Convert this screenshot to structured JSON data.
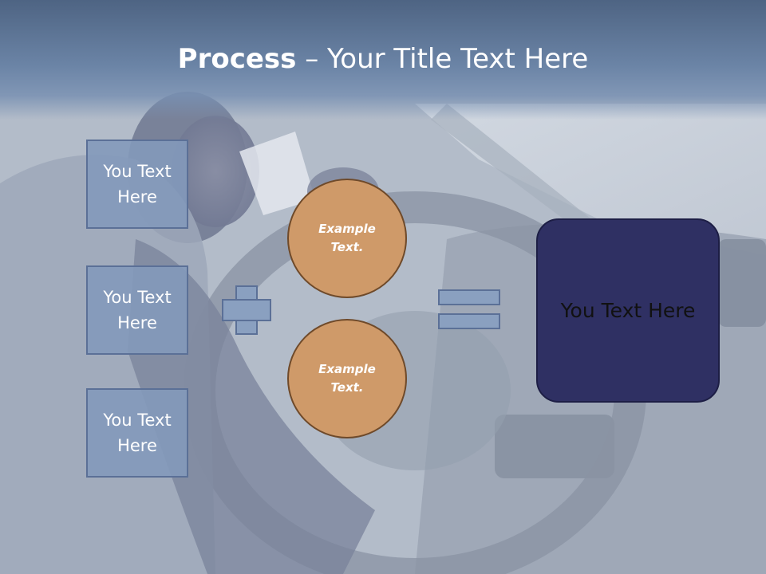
{
  "slide": {
    "title_strong": "Process",
    "title_dash": " – ",
    "title_rest": "Your Title Text Here"
  },
  "left_boxes": [
    {
      "label": "You Text Here"
    },
    {
      "label": "You Text Here"
    },
    {
      "label": "You Text Here"
    }
  ],
  "circles": [
    {
      "label": "Example Text."
    },
    {
      "label": "Example Text."
    }
  ],
  "result": {
    "label": "You Text Here"
  },
  "colors": {
    "title_band": "#4e6483",
    "box_fill": "#8399ba",
    "box_border": "#5b7097",
    "circle_fill": "#cf9a69",
    "circle_border": "#6f4a2a",
    "result_fill": "#2f3063"
  },
  "icons": [
    "plus-sign-icon",
    "equals-sign-icon"
  ]
}
